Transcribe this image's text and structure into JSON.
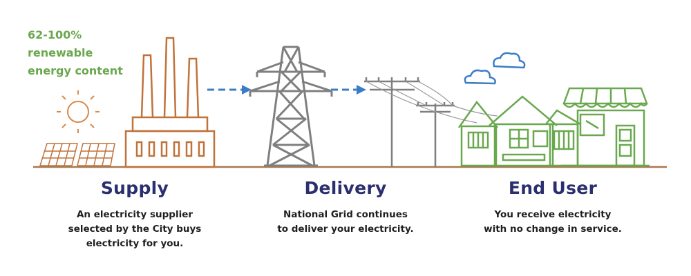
{
  "renewable": {
    "line1": "62-100%",
    "line2": "renewable",
    "line3": "energy content"
  },
  "stages": {
    "supply": {
      "title": "Supply",
      "desc1": "An electricity supplier",
      "desc2": "selected by the City buys",
      "desc3": "electricity for you."
    },
    "delivery": {
      "title": "Delivery",
      "desc1": "National Grid continues",
      "desc2": "to deliver your electricity."
    },
    "enduser": {
      "title": "End User",
      "desc1": "You receive electricity",
      "desc2": "with no change in service."
    }
  },
  "colors": {
    "supply": "#c0723a",
    "delivery": "#7f7f7f",
    "enduser": "#6aa84f",
    "arrow": "#3b7dc4",
    "cloud": "#3b7dc4",
    "title": "#2b2f6e",
    "ground": "#a8784f"
  },
  "icons": [
    "sun-icon",
    "solar-panel-icon",
    "factory-icon",
    "transmission-tower-icon",
    "utility-pole-icon",
    "cloud-icon",
    "house-icon",
    "shop-icon",
    "arrow-icon"
  ]
}
